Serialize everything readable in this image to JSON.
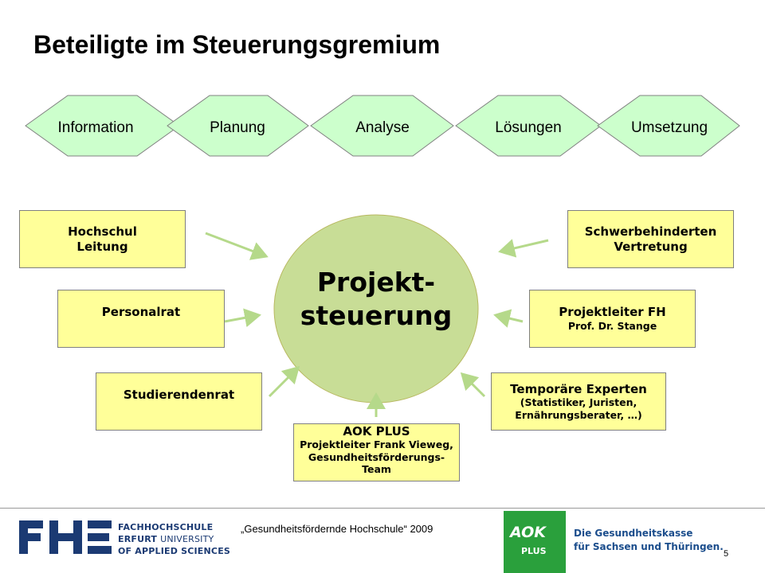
{
  "title": "Beteiligte im Steuerungsgremium",
  "phases": [
    "Information",
    "Planung",
    "Analyse",
    "Lösungen",
    "Umsetzung"
  ],
  "center": {
    "line1": "Projekt-",
    "line2": "steuerung"
  },
  "participants": {
    "hochschulleitung": {
      "lines": [
        "Hochschul",
        "Leitung"
      ]
    },
    "personalrat": {
      "lines": [
        "Personalrat"
      ]
    },
    "studierendenrat": {
      "lines": [
        "Studierendenrat"
      ]
    },
    "aok": {
      "lines": [
        "AOK PLUS"
      ],
      "sublines": [
        "Projektleiter Frank Vieweg,",
        "Gesundheitsförderungs-",
        "Team"
      ]
    },
    "temporaer": {
      "lines": [
        "Temporäre Experten"
      ],
      "sublines": [
        "(Statistiker, Juristen,",
        "Ernährungsberater, …)"
      ]
    },
    "projektleiter": {
      "lines": [
        "Projektleiter FH"
      ],
      "sublines": [
        "Prof. Dr. Stange"
      ]
    },
    "schwerbehinderten": {
      "lines": [
        "Schwerbehinderten",
        "Vertretung"
      ]
    }
  },
  "footer": {
    "text": "„Gesundheitsfördernde Hochschule“ 2009",
    "page_number": "5",
    "fhe_lines": [
      "FACHHOCHSCHULE",
      "ERFURT",
      "UNIVERSITY",
      "OF APPLIED SCIENCES"
    ],
    "aok_mark": "AOK",
    "aok_plus": "PLUS",
    "aok_slogan": [
      "Die Gesundheitskasse",
      "für Sachsen und Thüringen."
    ]
  },
  "colors": {
    "phase_fill": "#ccffcc",
    "center_fill": "#c8dd96",
    "box_fill": "#ffff99",
    "arrow": "#b5d98a",
    "brand_blue": "#1b3a73",
    "aok_green": "#2aa03c"
  }
}
